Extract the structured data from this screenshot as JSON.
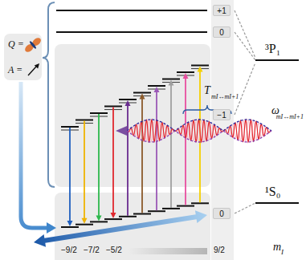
{
  "diagram": {
    "nodes": [
      {
        "text": [
          "Q =",
          "A ="
        ]
      },
      {
        "text": [
          "+1"
        ]
      },
      {
        "text": [
          "0"
        ]
      },
      {
        "text": [
          "−1"
        ]
      },
      {
        "text": [
          "0"
        ]
      }
    ],
    "labels": [
      "³P₁",
      "¹S₀",
      "T",
      "mI↔mI+1",
      "ω",
      "mI↔mI+1",
      "−9/2",
      "−7/2",
      "−5/2",
      "9/2",
      "m",
      "I"
    ]
  }
}
